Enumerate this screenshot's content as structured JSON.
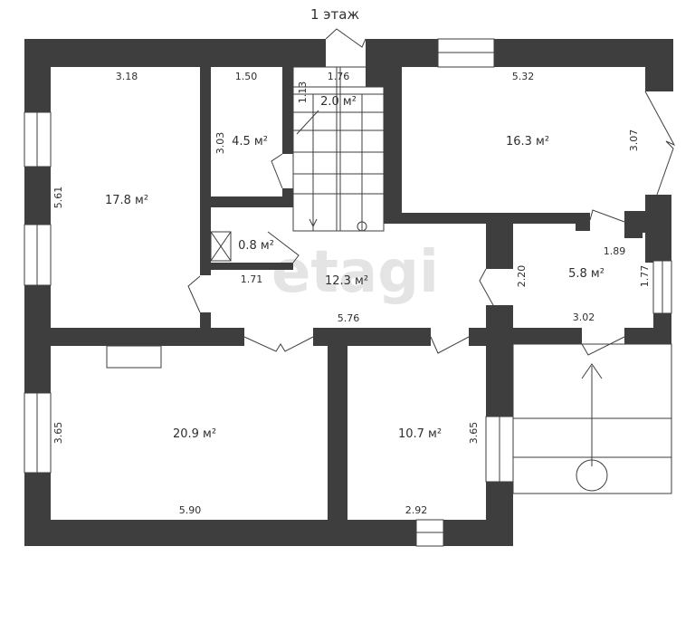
{
  "title": "1 этаж",
  "watermark": "etagi",
  "rooms": [
    {
      "id": "r1",
      "area": "17.8 м²",
      "dims": [
        "3.18",
        "5.61"
      ]
    },
    {
      "id": "r2",
      "area": "4.5 м²",
      "dims": [
        "1.50",
        "3.03"
      ]
    },
    {
      "id": "r3",
      "area": "2.0 м²",
      "dims": [
        "1.76",
        "1.13"
      ]
    },
    {
      "id": "r4",
      "area": "16.3 м²",
      "dims": [
        "5.32",
        "3.07"
      ]
    },
    {
      "id": "r5",
      "area": "0.8 м²",
      "dims": []
    },
    {
      "id": "r6",
      "area": "12.3 м²",
      "dims": [
        "1.71",
        "5.76"
      ]
    },
    {
      "id": "r7",
      "area": "5.8 м²",
      "dims": [
        "1.89",
        "2.20",
        "1.77",
        "3.02"
      ]
    },
    {
      "id": "r8",
      "area": "20.9 м²",
      "dims": [
        "3.65",
        "5.90"
      ]
    },
    {
      "id": "r9",
      "area": "10.7 м²",
      "dims": [
        "3.65",
        "2.92"
      ]
    }
  ]
}
